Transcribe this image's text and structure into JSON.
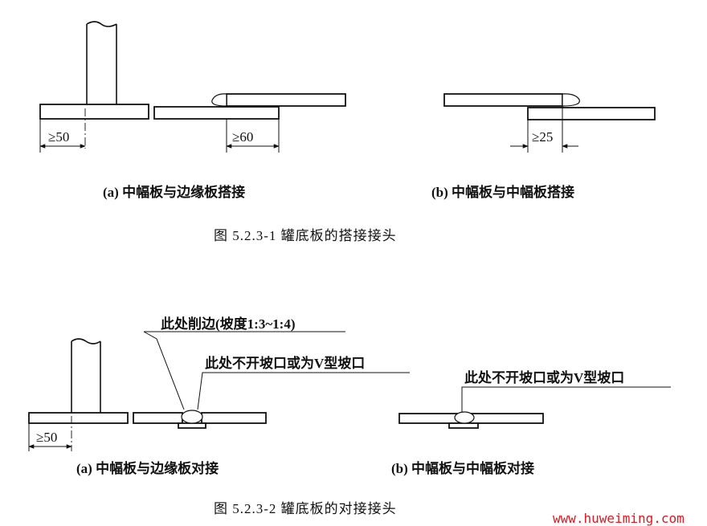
{
  "figure1": {
    "dim_a1": "≥50",
    "dim_a2": "≥60",
    "dim_b": "≥25",
    "caption_a": "(a) 中幅板与边缘板搭接",
    "caption_b": "(b) 中幅板与中幅板搭接",
    "title": "图 5.2.3-1   罐底板的搭接接头"
  },
  "figure2": {
    "note_chamfer": "此处削边(坡度1:3~1:4)",
    "note_groove_a": "此处不开坡口或为V型坡口",
    "note_groove_b": "此处不开坡口或为V型坡口",
    "dim_a": "≥50",
    "caption_a": "(a) 中幅板与边缘板对接",
    "caption_b": "(b) 中幅板与中幅板对接",
    "title": "图 5.2.3-2   罐底板的对接接头"
  },
  "watermark": "www.huweiming.com"
}
